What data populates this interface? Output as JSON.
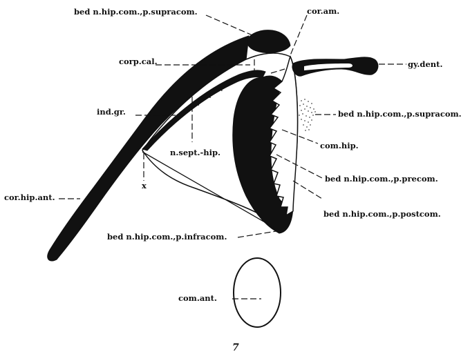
{
  "labels": {
    "bed_supracom_top": "bed n.hip.com.,p.supracom.",
    "cor_am": "cor.am.",
    "corp_cal": "corp.cal.",
    "gy_dent": "gy.dent.",
    "ind_gr": "ind.gr.",
    "bed_supracom_right": "bed n.hip.com.,p.supracom.",
    "n_sept_hip": "n.sept.-hip.",
    "com_hip": "com.hip.",
    "bed_precom": "bed n.hip.com.,p.precom.",
    "cor_hip_ant": "cor.hip.ant.",
    "bed_postcom": "bed n.hip.com.,p.postcom.",
    "bed_infracom": "bed n.hip.com.,p.infracom.",
    "x_mark": "x",
    "com_ant": "com.ant."
  },
  "figure_number": "7",
  "colors": {
    "ink": "#111111",
    "paper": "#ffffff",
    "stipple": "#777777"
  }
}
